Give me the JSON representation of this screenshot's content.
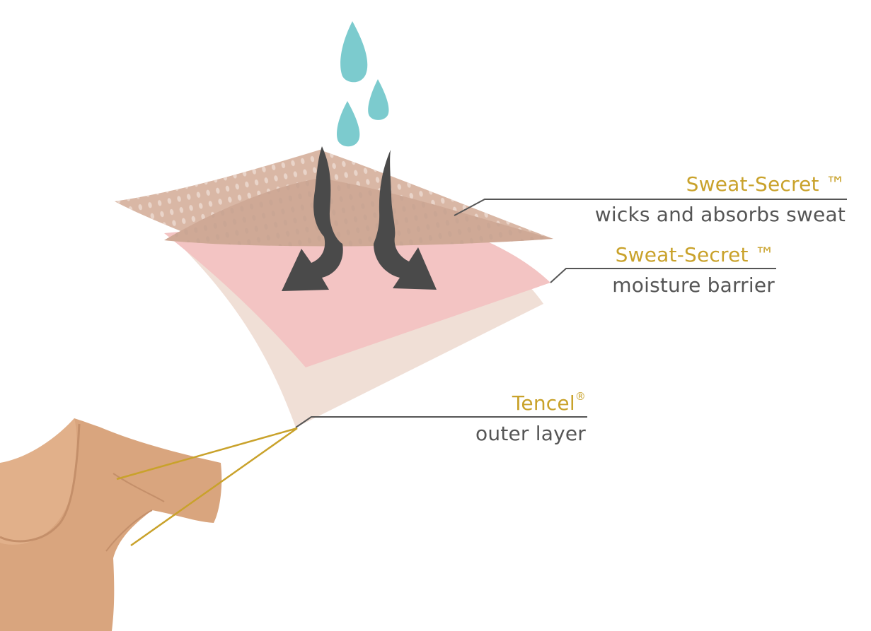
{
  "layers": [
    {
      "id": "top",
      "title": "Sweat-Secret ™",
      "description": "wicks and absorbs sweat"
    },
    {
      "id": "middle",
      "title": "Sweat-Secret ™",
      "description": "moisture barrier"
    },
    {
      "id": "bottom",
      "title": "Tencel",
      "title_mark": "®",
      "description": "outer layer"
    }
  ],
  "colors": {
    "accent": "#c9a22b",
    "text": "#555555",
    "droplet": "#7ccbce",
    "arrow": "#4a4a4a",
    "layer_top": "#d9b7a5",
    "layer_middle": "#f3c4c3",
    "layer_bottom": "#f0dfd6",
    "shirt": "#d9a57e"
  },
  "icons": [
    "water-drop-icon",
    "curved-arrow-icon"
  ]
}
